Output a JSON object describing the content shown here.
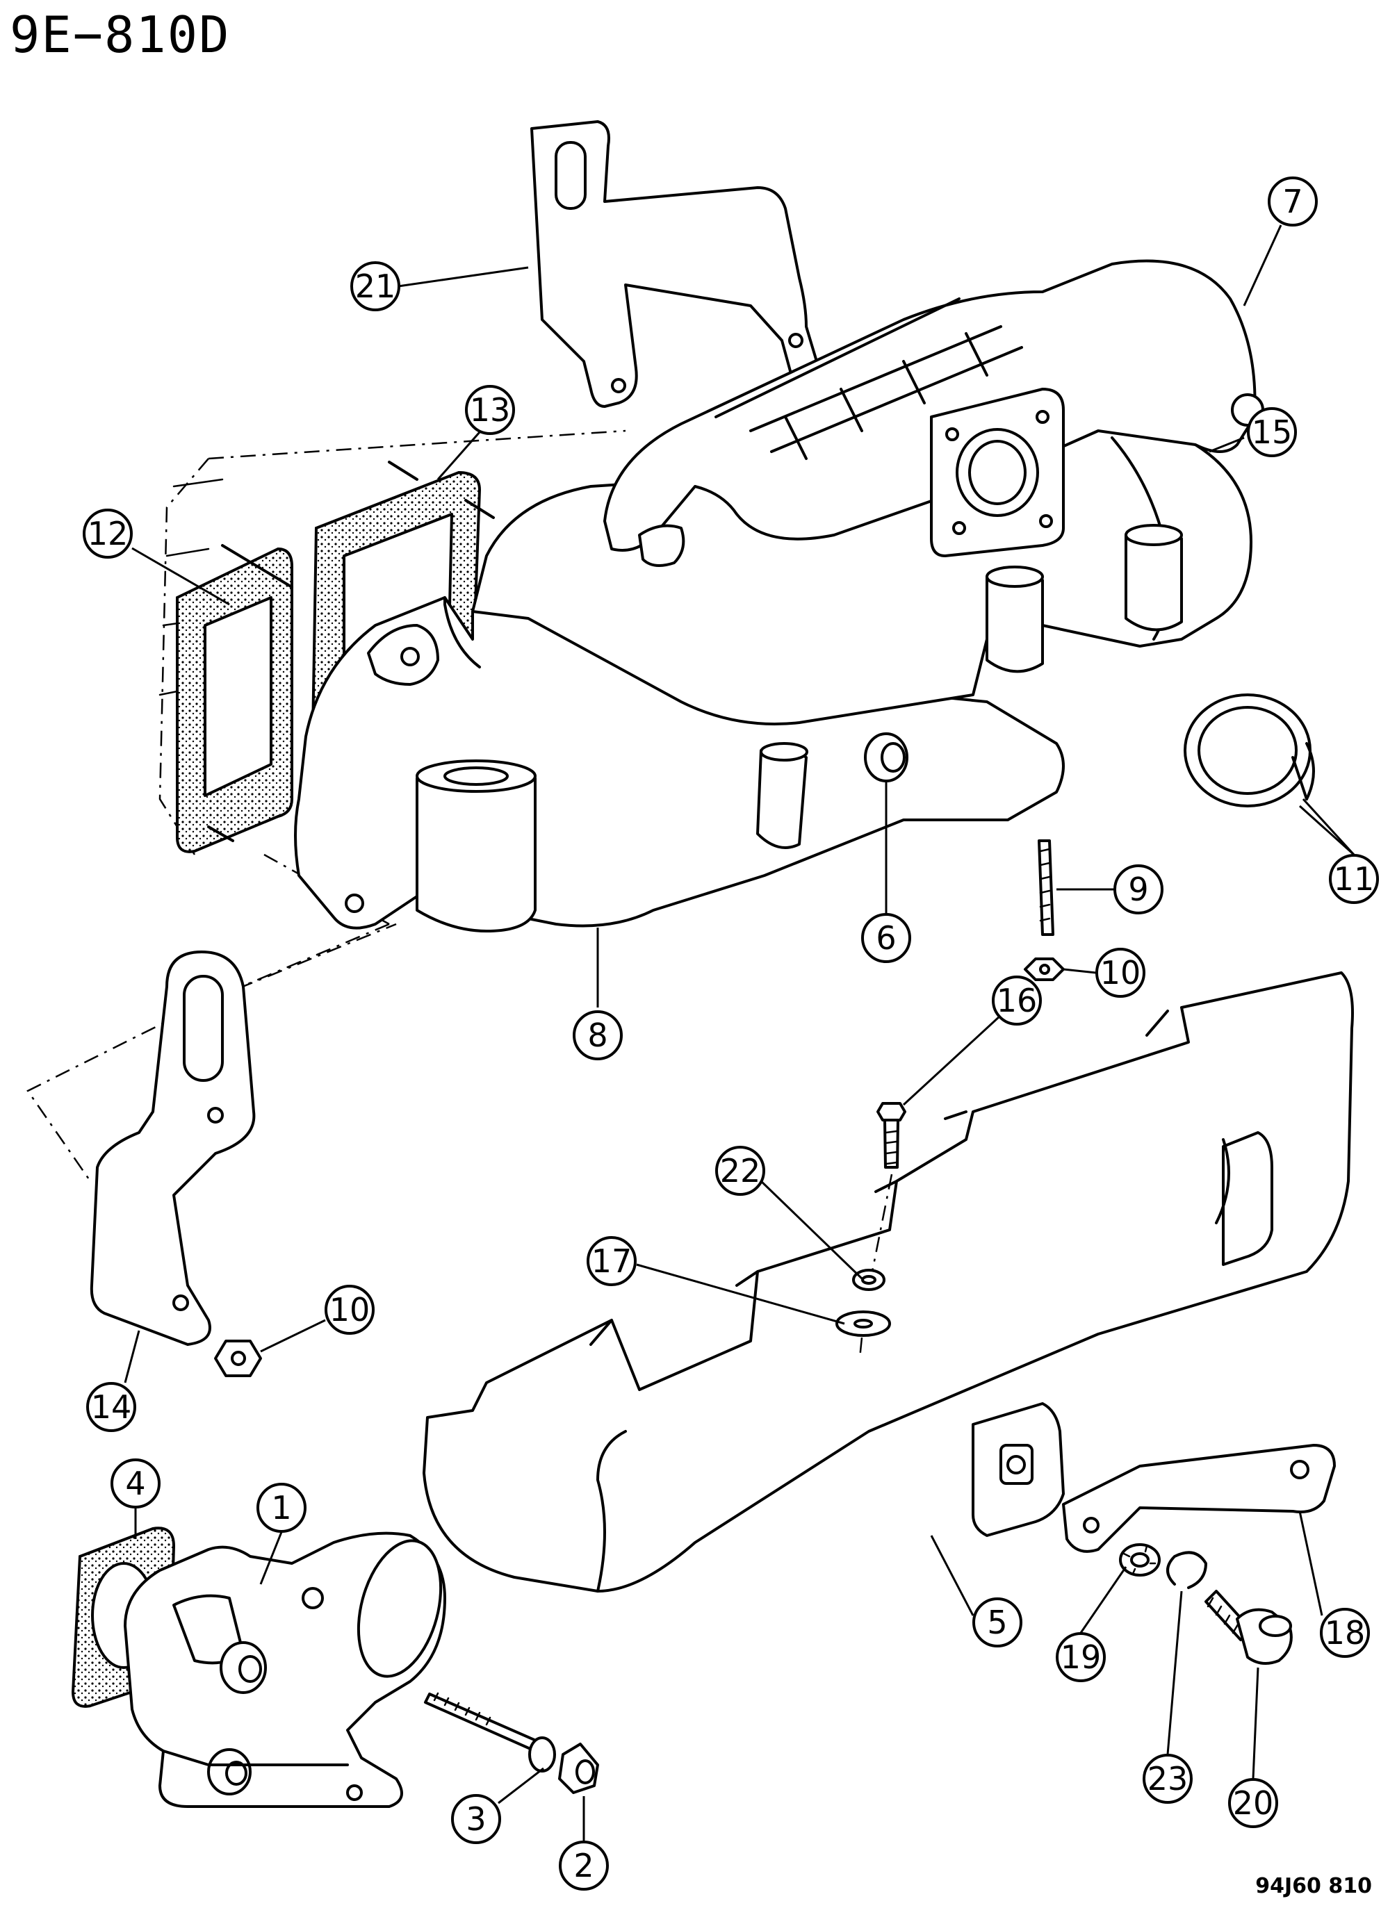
{
  "header": {
    "diagram_code": "9E−810D"
  },
  "footer": {
    "figure_ref": "94J60  810"
  },
  "callouts": [
    {
      "label": "1"
    },
    {
      "label": "2"
    },
    {
      "label": "3"
    },
    {
      "label": "4"
    },
    {
      "label": "5"
    },
    {
      "label": "6"
    },
    {
      "label": "7"
    },
    {
      "label": "8"
    },
    {
      "label": "9"
    },
    {
      "label": "10"
    },
    {
      "label": "10"
    },
    {
      "label": "11"
    },
    {
      "label": "12"
    },
    {
      "label": "13"
    },
    {
      "label": "14"
    },
    {
      "label": "15"
    },
    {
      "label": "16"
    },
    {
      "label": "17"
    },
    {
      "label": "18"
    },
    {
      "label": "19"
    },
    {
      "label": "20"
    },
    {
      "label": "21"
    },
    {
      "label": "22"
    },
    {
      "label": "23"
    }
  ]
}
